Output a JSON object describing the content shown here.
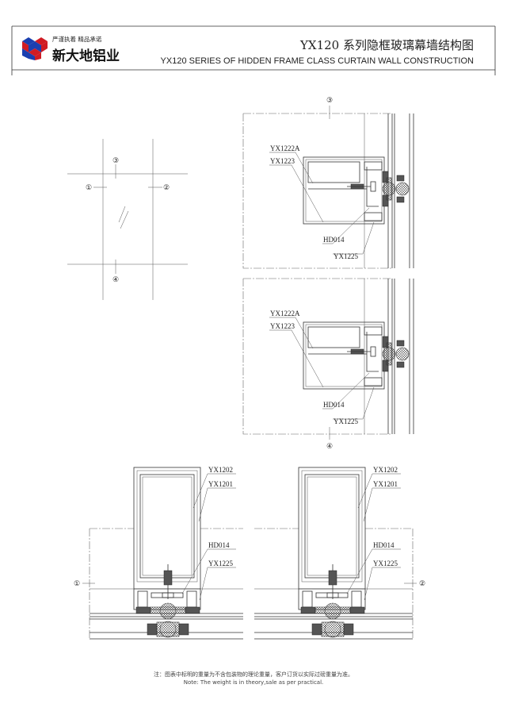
{
  "header": {
    "slogan": "严谨执着 精品承诺",
    "brand": "新大地铝业",
    "title_cn": "YX120 系列隐框玻璃幕墙结构图",
    "title_en": "YX120  SERIES OF HIDDEN FRAME CLASS CURTAIN WALL CONSTRUCTION",
    "logo_colors": [
      "#1a3fb0",
      "#d01c24"
    ]
  },
  "elevation": {
    "markers": [
      "①",
      "②",
      "③",
      "④"
    ]
  },
  "sections": {
    "top": {
      "marker": "③",
      "labels": [
        "YX1222A",
        "YX1223",
        "HD014",
        "YX1225"
      ]
    },
    "bottom": {
      "marker": "④",
      "labels": [
        "YX1222A",
        "YX1223",
        "HD014",
        "YX1225"
      ]
    },
    "left": {
      "marker": "①",
      "labels": [
        "YX1202",
        "YX1201",
        "HD014",
        "YX1225"
      ]
    },
    "right": {
      "marker": "②",
      "labels": [
        "YX1202",
        "YX1201",
        "HD014",
        "YX1225"
      ]
    }
  },
  "footer": {
    "note_cn": "注：图表中标明的重量为不含包装物的理论重量，客户订货以实际过磅重量为准。",
    "note_en": "Note: The weight is in theory,sale as per practical."
  }
}
